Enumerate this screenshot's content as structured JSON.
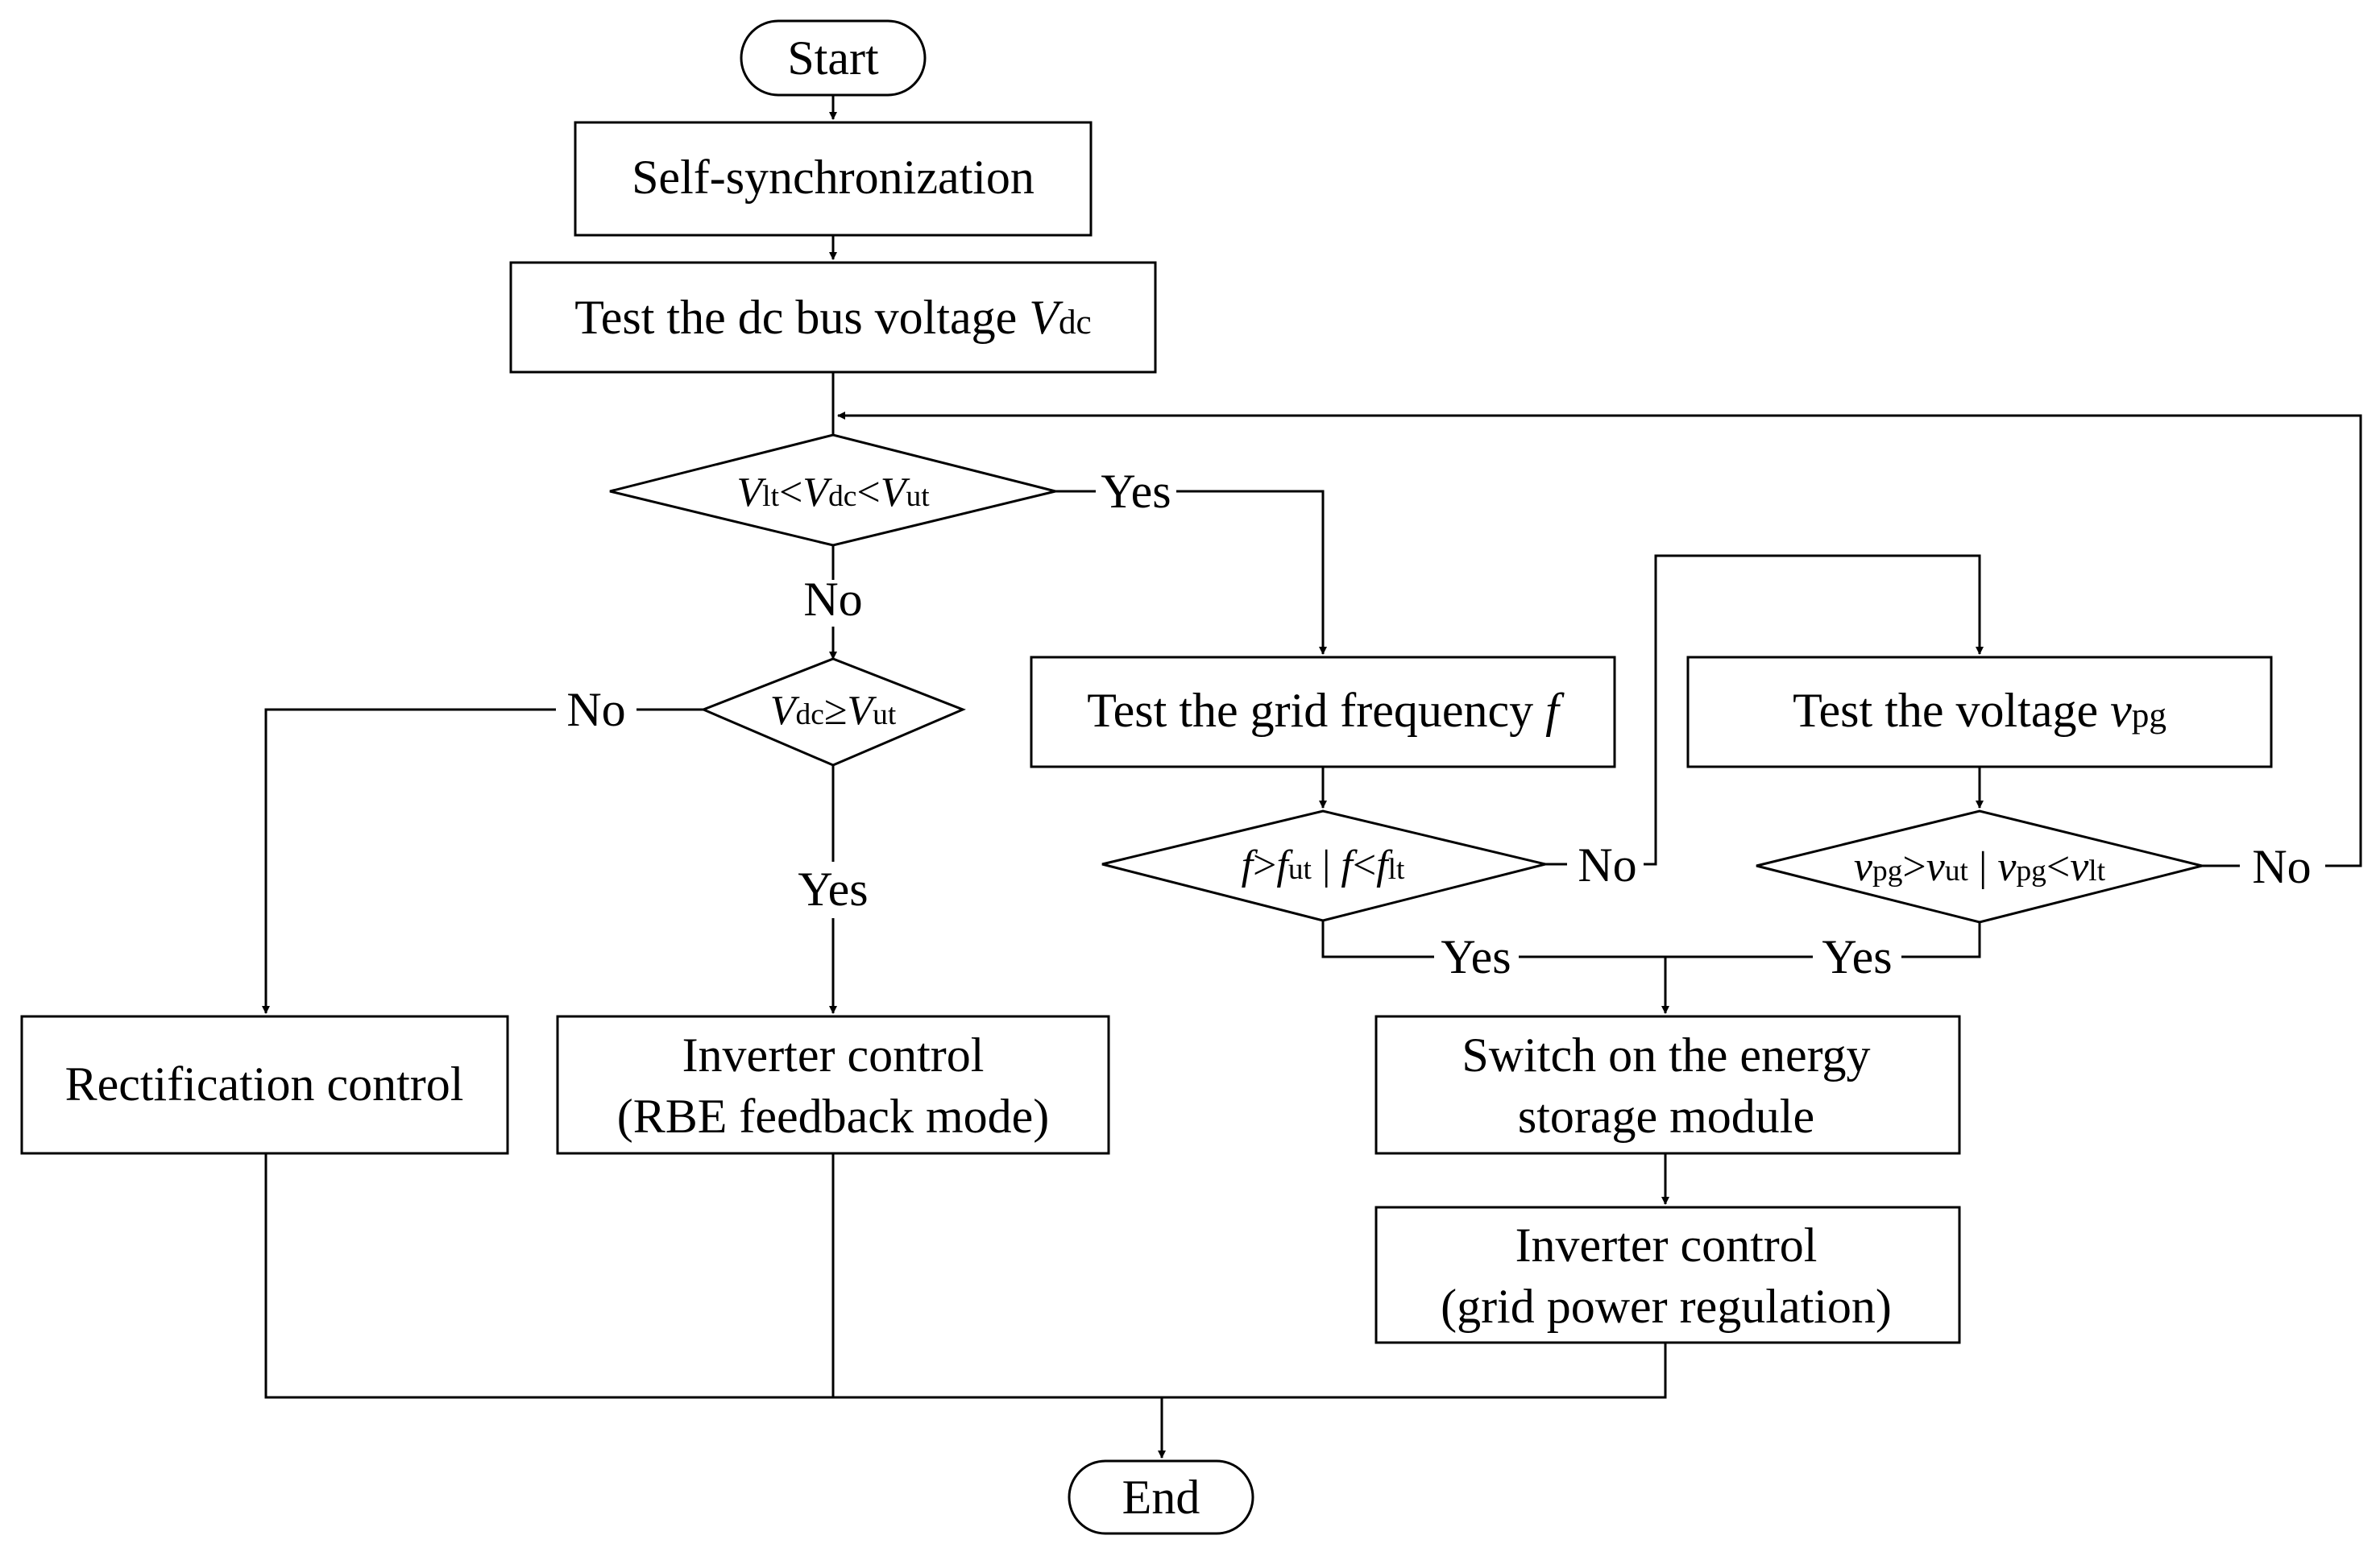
{
  "nodes": {
    "start": "Start",
    "self_sync": "Self-synchronization",
    "test_vdc": "Test the dc bus voltage ",
    "rectification": "Rectification control",
    "inverter_rbe_1": "Inverter control",
    "inverter_rbe_2": "(RBE feedback mode)",
    "test_freq": "Test the grid frequency ",
    "test_voltage": "Test the voltage ",
    "switch_1": "Switch on the energy",
    "switch_2": "storage module",
    "inverter_grid_1": "Inverter control",
    "inverter_grid_2": "(grid power regulation)",
    "end": "End"
  },
  "symbols": {
    "V": "V",
    "f": "f",
    "v": "v",
    "dc": "dc",
    "lt": "lt",
    "ut": "ut",
    "pg": "pg",
    "lt_op": "<",
    "gt_op": ">",
    "ge_op": "≥",
    "or_op": " | "
  },
  "labels": {
    "yes": "Yes",
    "no": "No"
  }
}
